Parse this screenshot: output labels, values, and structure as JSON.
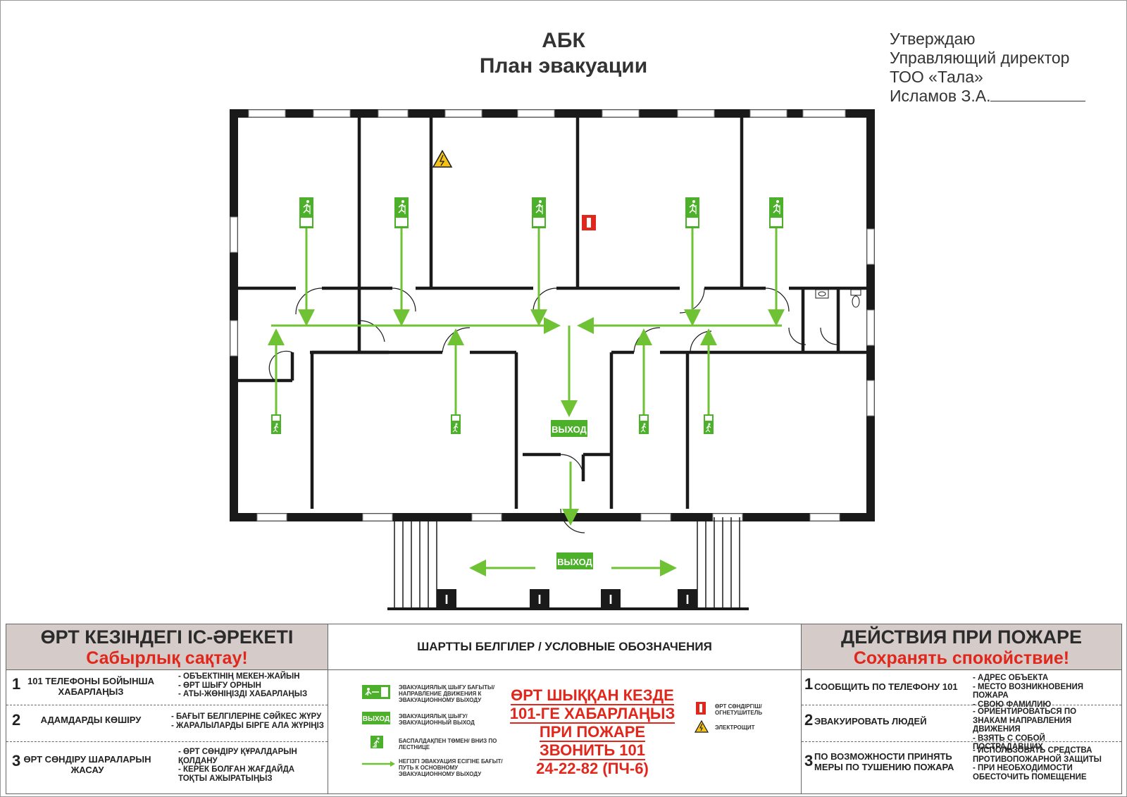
{
  "header": {
    "title_line1": "АБК",
    "title_line2": "План эвакуации",
    "approve": [
      "Утверждаю",
      "Управляющий директор",
      "ТОО «Тала»",
      "Исламов З.А."
    ]
  },
  "plan": {
    "exit_label": "ВЫХОД",
    "colors": {
      "route": "#6fc233",
      "wall": "#1a1a1a",
      "exit_bg": "#4db02a",
      "extinguisher": "#e1261c",
      "electric": "#f2c21b"
    }
  },
  "left_panel": {
    "title": "ӨРТ КЕЗІНДЕГІ ІС-ӘРЕКЕТІ",
    "subtitle": "Сабырлық сақтау!",
    "rows": [
      {
        "num": "1",
        "action": "101 ТЕЛЕФОНЫ БОЙЫНША ХАБАРЛАҢЫЗ",
        "details": [
          "- ОБЪЕКТІНІҢ МЕКЕН-ЖАЙЫН",
          "- ӨРТ ШЫҒУ ОРНЫН",
          "- АТЫ-ЖӨНІҢІЗДІ ХАБАРЛАҢЫЗ"
        ]
      },
      {
        "num": "2",
        "action": "АДАМДАРДЫ КӨШІРУ",
        "details": [
          "- БАҒЫТ БЕЛГІЛЕРІНЕ СӘЙКЕС ЖҮРУ",
          "- ЖАРАЛЫЛАРДЫ БІРГЕ АЛА ЖҮРІҢІЗ"
        ]
      },
      {
        "num": "3",
        "action": "ӨРТ СӨНДІРУ ШАРАЛАРЫН ЖАСАУ",
        "details": [
          "- ӨРТ СӨНДІРУ ҚҰРАЛДАРЫН ҚОЛДАНУ",
          "- КЕРЕК БОЛҒАН ЖАҒДАЙДА ТОҚТЫ АЖЫРАТЫҢЫЗ"
        ]
      }
    ]
  },
  "legend_panel": {
    "title": "ШАРТТЫ БЕЛГІЛЕР / УСЛОВНЫЕ ОБОЗНАЧЕНИЯ",
    "items": [
      {
        "icon": "evacuation-direction-sign-icon",
        "text": "ЭВАКУАЦИЯЛЫҚ ШЫҒУ БАҒЫТЫ/ НАПРАВЛЕНИЕ ДВИЖЕНИЯ К ЭВАКУАЦИОННОМУ ВЫХОДУ"
      },
      {
        "icon": "exit-sign-icon",
        "label": "ВЫХОД",
        "text": "ЭВАКУАЦИЯЛЫҚ ШЫҒУ/ ЭВАКУАЦИОННЫЙ ВЫХОД"
      },
      {
        "icon": "stairs-down-sign-icon",
        "text": "БАСПАЛДАҚПЕН ТӨМЕН/ ВНИЗ ПО ЛЕСТНИЦЕ"
      },
      {
        "icon": "route-arrow-icon",
        "text": "НЕГІЗГІ ЭВАКУАЦИЯ ЕСІГІНЕ БАҒЫТ/ ПУТЬ К ОСНОВНОМУ ЭВАКУАЦИОННОМУ ВЫХОДУ"
      },
      {
        "icon": "extinguisher-icon",
        "text": "ӨРТ СӨНДІРГІШ/ ОГНЕТУШИТЕЛЬ"
      },
      {
        "icon": "electric-panel-icon",
        "text": "ЭЛЕКТРОЩИТ"
      }
    ],
    "call": [
      "ӨРТ ШЫҚҚАН КЕЗДЕ",
      "101-ГЕ ХАБАРЛАҢЫЗ",
      "ПРИ ПОЖАРЕ",
      "ЗВОНИТЬ 101",
      "24-22-82 (ПЧ-6)"
    ]
  },
  "right_panel": {
    "title": "ДЕЙСТВИЯ ПРИ ПОЖАРЕ",
    "subtitle": "Сохранять спокойствие!",
    "rows": [
      {
        "num": "1",
        "action": "СООБЩИТЬ ПО ТЕЛЕФОНУ 101",
        "details": [
          "- АДРЕС ОБЪЕКТА",
          "- МЕСТО ВОЗНИКНОВЕНИЯ ПОЖАРА",
          "- СВОЮ ФАМИЛИЮ"
        ]
      },
      {
        "num": "2",
        "action": "ЭВАКУИРОВАТЬ ЛЮДЕЙ",
        "details": [
          "- ОРИЕНТИРОВАТЬСЯ ПО ЗНАКАМ НАПРАВЛЕНИЯ ДВИЖЕНИЯ",
          "- ВЗЯТЬ С СОБОЙ ПОСТРАДАВШИХ"
        ]
      },
      {
        "num": "3",
        "action": "ПО ВОЗМОЖНОСТИ ПРИНЯТЬ МЕРЫ ПО ТУШЕНИЮ ПОЖАРА",
        "details": [
          "- ИСПОЛЬЗОВАТЬ СРЕДСТВА ПРОТИВОПОЖАРНОЙ ЗАЩИТЫ",
          "- ПРИ НЕОБХОДИМОСТИ ОБЕСТОЧИТЬ ПОМЕЩЕНИЕ"
        ]
      }
    ]
  }
}
